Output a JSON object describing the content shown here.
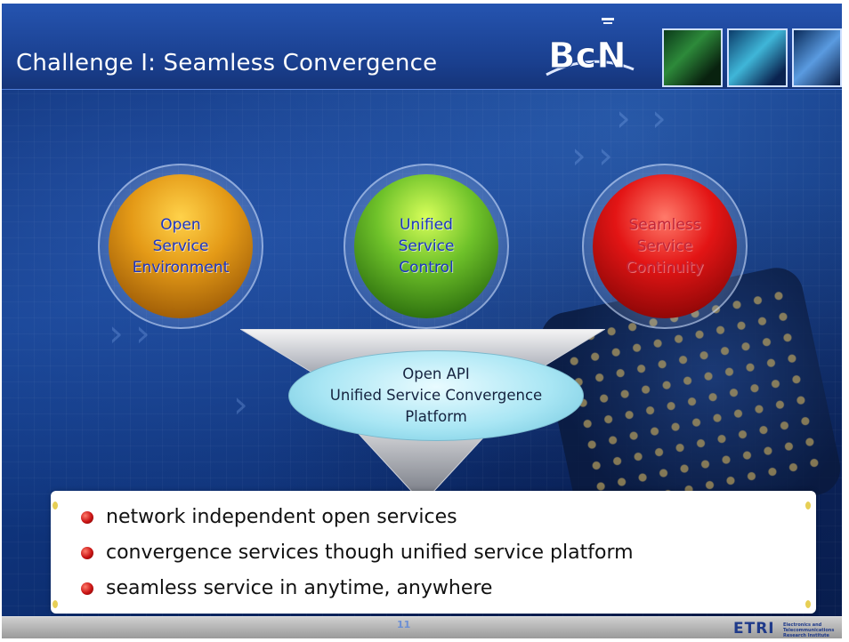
{
  "slide": {
    "title": "Challenge I: Seamless Convergence",
    "logo_text": "BcN",
    "page_number": "11"
  },
  "circles": [
    {
      "label": "Open\nService\nEnvironment",
      "color": "#e49a17"
    },
    {
      "label": "Unified\nService\nControl",
      "color": "#6fc22a"
    },
    {
      "label": "Seamless\nService\nContinuity",
      "color": "#e31515"
    }
  ],
  "platform": {
    "label": "Open API\nUnified Service Convergence\nPlatform"
  },
  "bullets": [
    "network independent open services",
    "convergence services though unified service platform",
    "seamless service in anytime, anywhere"
  ],
  "footer": {
    "org_logo": "ETRI",
    "org_name": "Electronics and Telecommunications Research Institute"
  },
  "colors": {
    "title_bar": "#1a3f8e",
    "background": "#123d8c",
    "circle_text_blue": "#1b35c4",
    "circle_text_red": "#c0263a",
    "bullet_icon": "#c91313"
  }
}
